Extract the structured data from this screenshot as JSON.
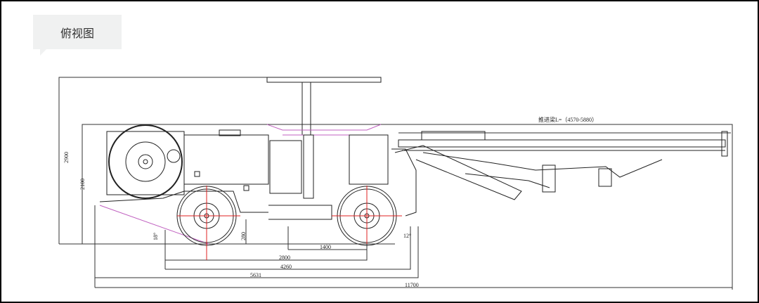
{
  "title": "俯视图",
  "feed_beam_label": "推进梁L=（4570-5880）",
  "dimensions": {
    "height_total": "2900",
    "height_body": "2100",
    "angle_rear": "18°",
    "ground_clearance": "280",
    "wheel_track": "1400",
    "wheelbase": "2800",
    "length_a": "4260",
    "length_b": "5631",
    "length_total": "11700",
    "angle_front": "12°"
  },
  "colors": {
    "centerline": "#e02020",
    "guide": "#c060c0",
    "line": "#222222"
  }
}
